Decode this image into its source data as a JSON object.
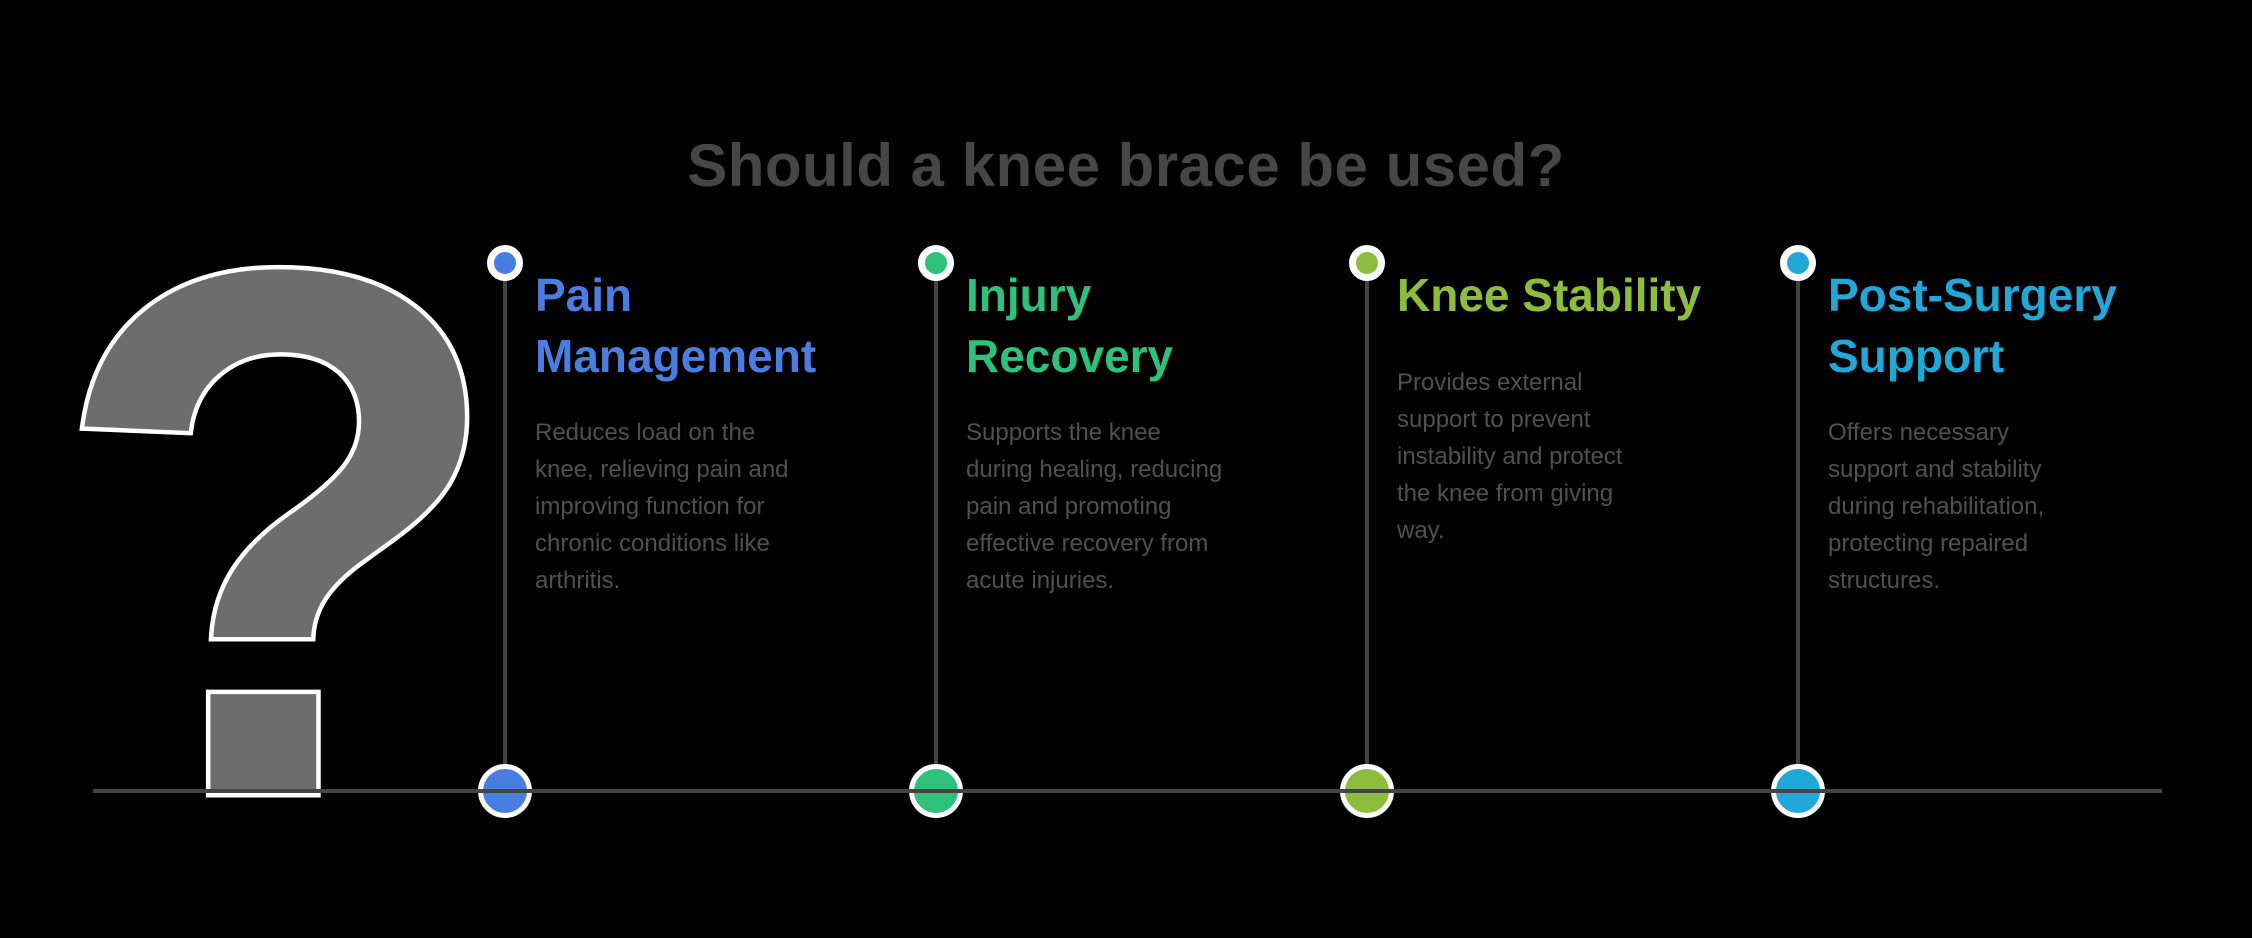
{
  "page": {
    "title": "Should a knee brace be used?",
    "background": "#000000"
  },
  "colors": {
    "title_text": "#464646",
    "body_text": "#505050",
    "line": "#444444"
  },
  "question_mark": {
    "glyph": "?",
    "color": "#6D6D6D",
    "outline_color": "#FFFFFF"
  },
  "items": [
    {
      "heading": "Pain\nManagement",
      "color": "#4A7DE2",
      "description": "Reduces load on the\nknee, relieving pain and\nimproving function for\nchronic conditions like\narthritis."
    },
    {
      "heading": "Injury\nRecovery",
      "color": "#2DC17C",
      "description": "Supports the knee\nduring healing, reducing\npain and promoting\neffective recovery from\nacute injuries."
    },
    {
      "heading": "Knee Stability",
      "color": "#8CBD3F",
      "description": "Provides external\nsupport to prevent\ninstability and protect\nthe knee from giving\nway."
    },
    {
      "heading": "Post-Surgery\nSupport",
      "color": "#21A8D8",
      "description": "Offers necessary\nsupport and stability\nduring rehabilitation,\nprotecting repaired\nstructures."
    }
  ]
}
